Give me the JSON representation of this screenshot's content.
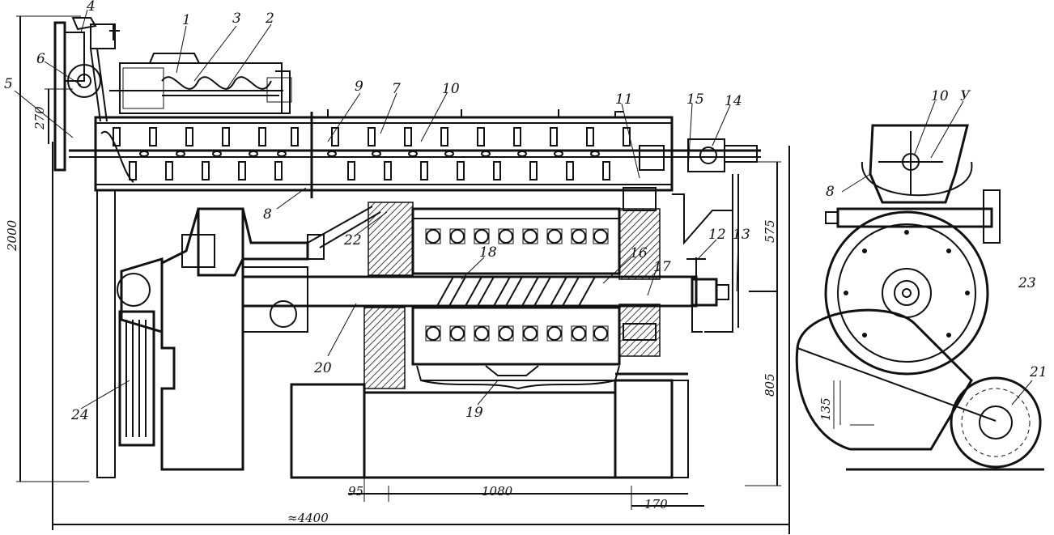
{
  "labels": {
    "l1": "1",
    "l2": "2",
    "l3": "3",
    "l4": "4",
    "l5": "5",
    "l6": "6",
    "l7": "7",
    "l8": "8",
    "l9": "9",
    "l10": "10",
    "l11": "11",
    "l12": "12",
    "l13": "13",
    "l14": "14",
    "l15": "15",
    "l16": "16",
    "l17": "17",
    "l18": "18",
    "l19": "19",
    "l20": "20",
    "l21": "21",
    "l22": "22",
    "l23": "23",
    "l24": "24",
    "r8": "8",
    "r10": "10",
    "ry": "У"
  },
  "dimensions": {
    "d2000": "2000",
    "d270": "270",
    "d575": "575",
    "d805": "805",
    "d95": "95",
    "d1080": "1080",
    "d170": "170",
    "d4400": "≈4400",
    "d135": "135"
  },
  "colors": {
    "ink": "#111111",
    "paper": "#ffffff"
  }
}
